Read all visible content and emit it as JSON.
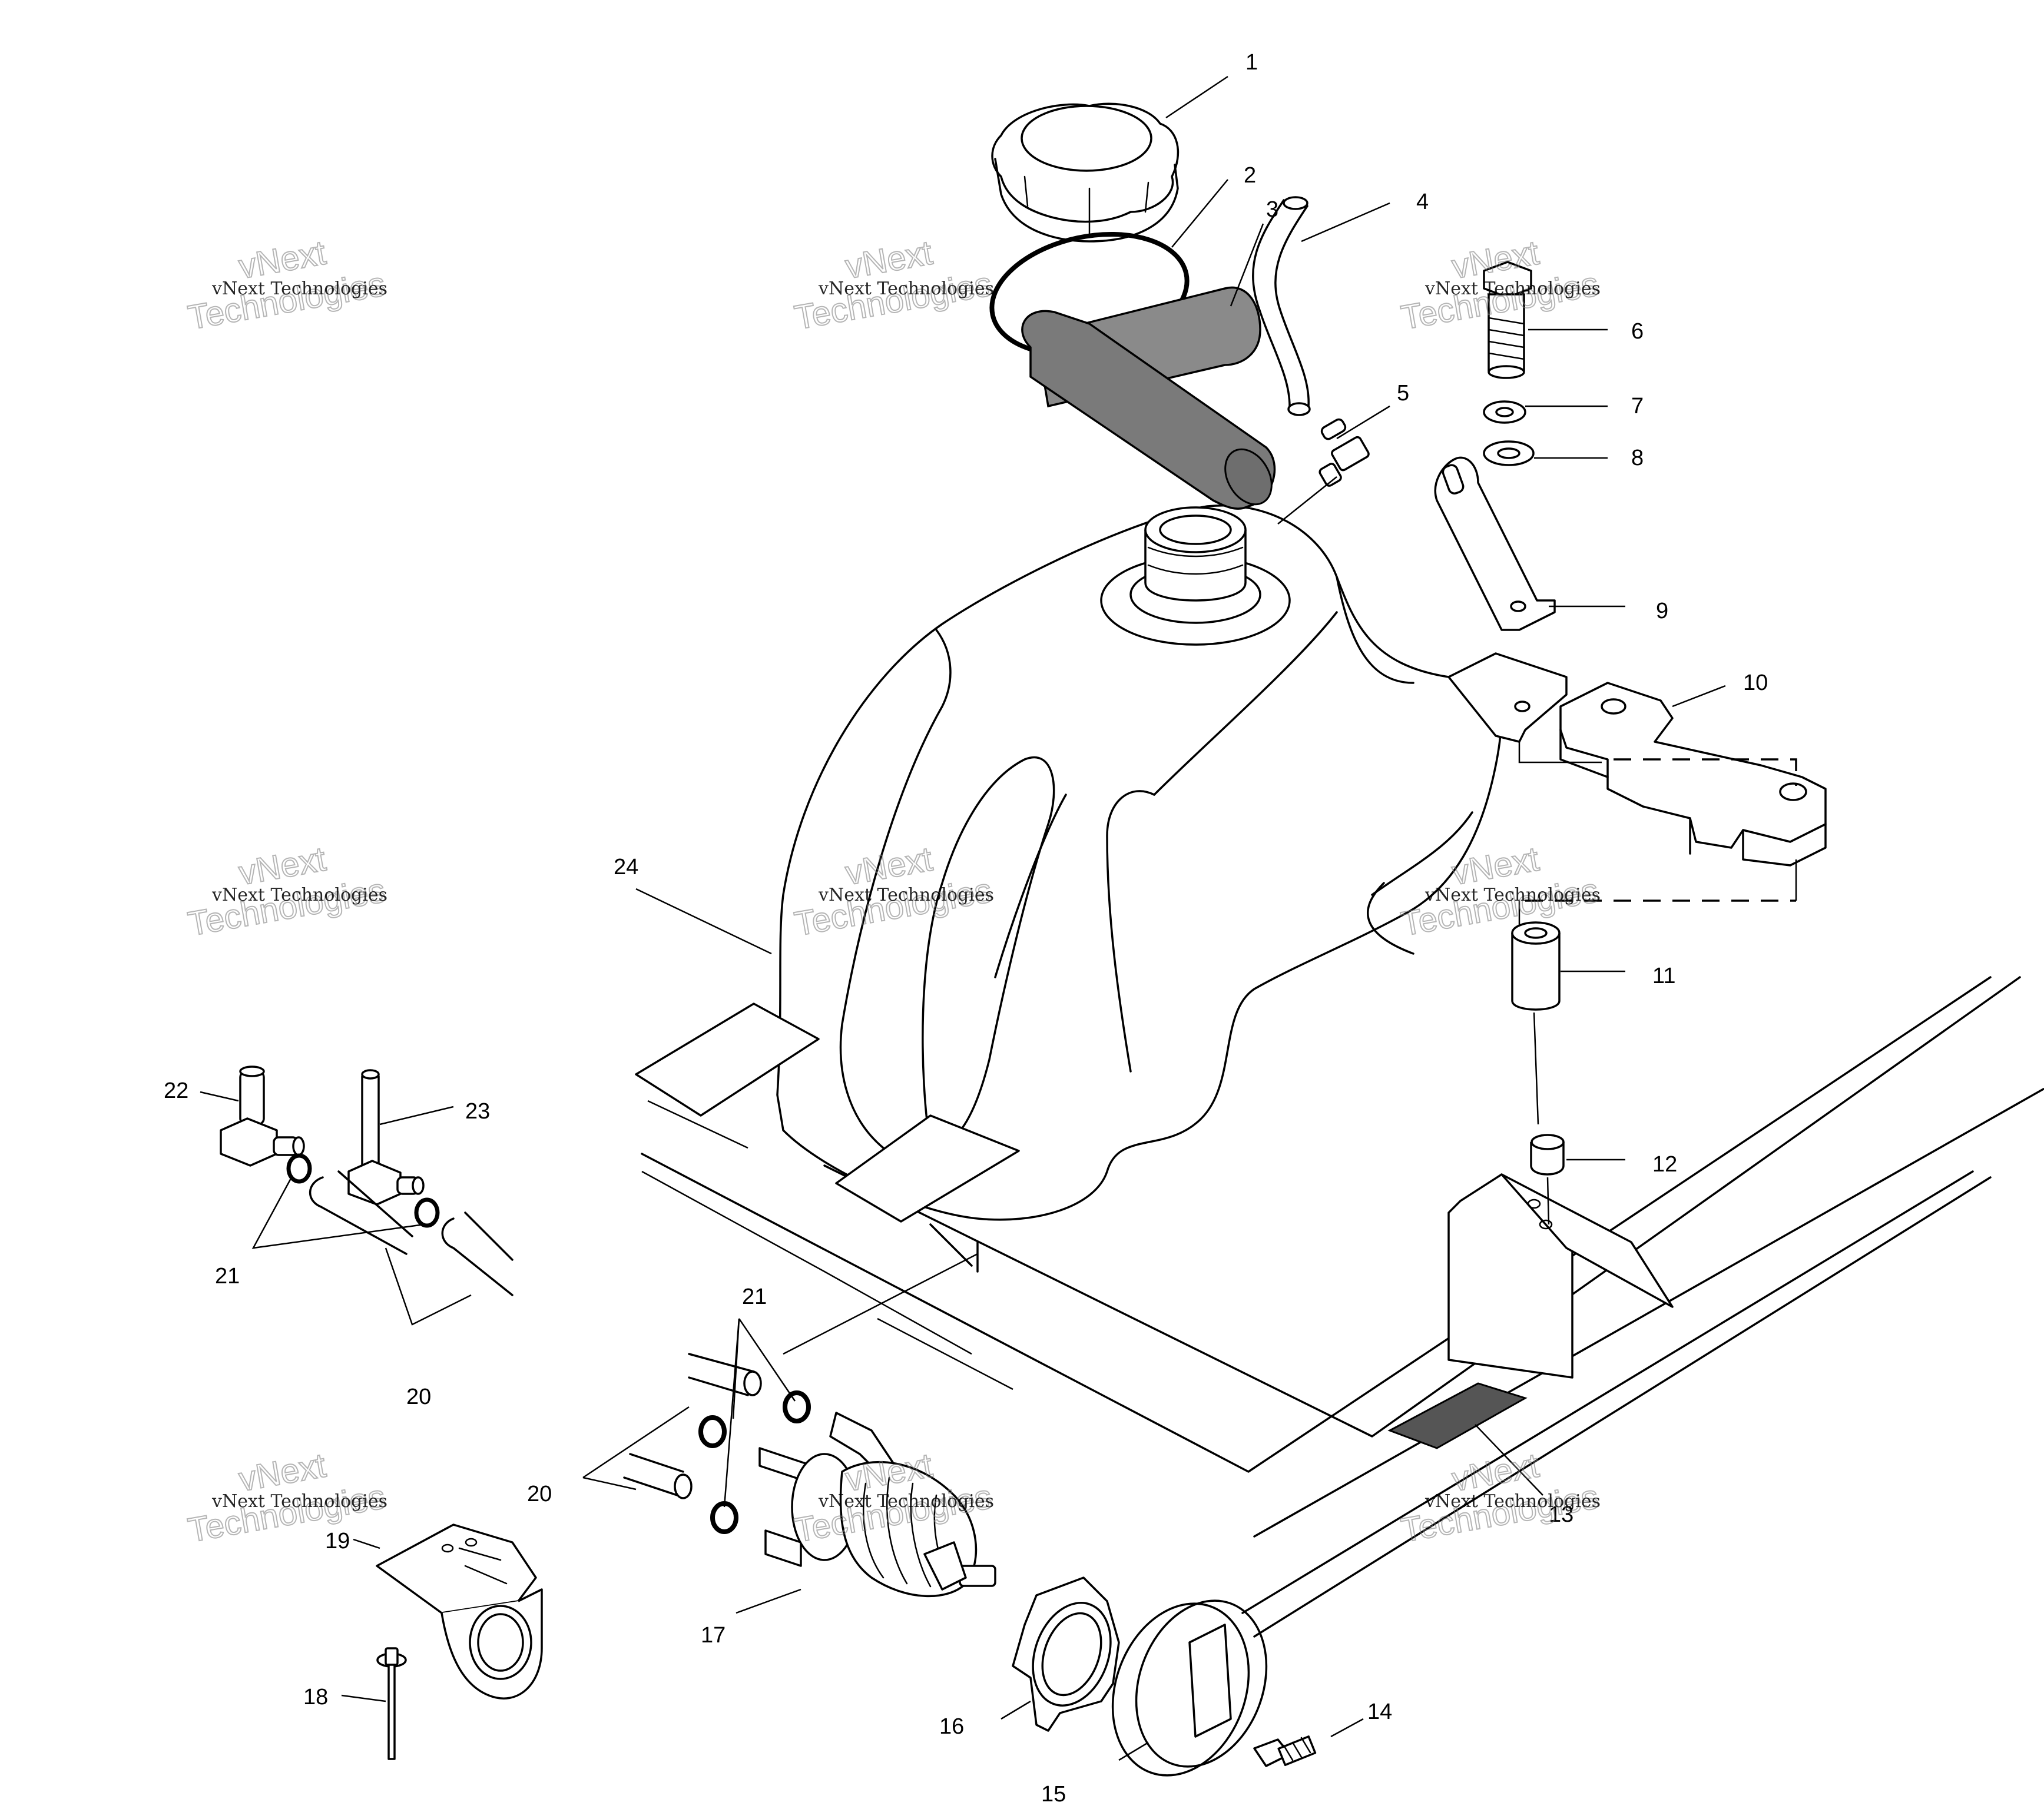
{
  "watermark": {
    "text_small": "vNext Technologies",
    "text_large_top": "vNext",
    "text_large_bottom": "Technologies"
  },
  "callouts": [
    {
      "id": "1",
      "label": "1"
    },
    {
      "id": "2",
      "label": "2"
    },
    {
      "id": "3",
      "label": "3"
    },
    {
      "id": "4",
      "label": "4"
    },
    {
      "id": "5",
      "label": "5"
    },
    {
      "id": "6",
      "label": "6"
    },
    {
      "id": "7",
      "label": "7"
    },
    {
      "id": "8",
      "label": "8"
    },
    {
      "id": "9",
      "label": "9"
    },
    {
      "id": "10",
      "label": "10"
    },
    {
      "id": "11",
      "label": "11"
    },
    {
      "id": "12",
      "label": "12"
    },
    {
      "id": "13",
      "label": "13"
    },
    {
      "id": "14",
      "label": "14"
    },
    {
      "id": "15",
      "label": "15"
    },
    {
      "id": "16",
      "label": "16"
    },
    {
      "id": "17",
      "label": "17"
    },
    {
      "id": "18",
      "label": "18"
    },
    {
      "id": "19",
      "label": "19"
    },
    {
      "id": "20a",
      "label": "20"
    },
    {
      "id": "20b",
      "label": "20"
    },
    {
      "id": "21a",
      "label": "21"
    },
    {
      "id": "21b",
      "label": "21"
    },
    {
      "id": "22",
      "label": "22"
    },
    {
      "id": "23",
      "label": "23"
    },
    {
      "id": "24",
      "label": "24"
    }
  ]
}
